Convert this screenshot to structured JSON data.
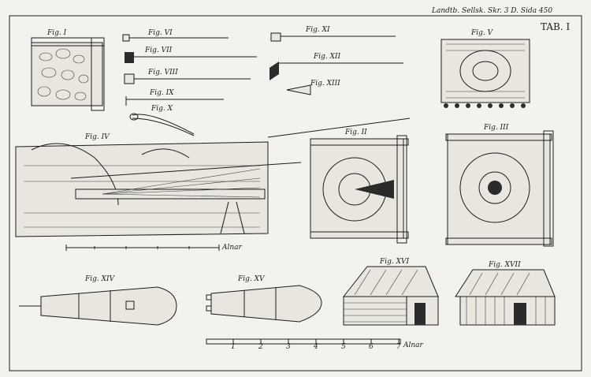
{
  "header": {
    "citation": "Landtb. Sellsk. Skr. 3 D. Sida 450",
    "plate_number": "TAB. I"
  },
  "figures": [
    {
      "id": "fig1",
      "label": "Fig. I"
    },
    {
      "id": "fig2",
      "label": "Fig. II"
    },
    {
      "id": "fig3",
      "label": "Fig. III"
    },
    {
      "id": "fig4",
      "label": "Fig. IV"
    },
    {
      "id": "fig5",
      "label": "Fig. V"
    },
    {
      "id": "fig6",
      "label": "Fig. VI"
    },
    {
      "id": "fig7",
      "label": "Fig. VII"
    },
    {
      "id": "fig8",
      "label": "Fig. VIII"
    },
    {
      "id": "fig9",
      "label": "Fig. IX"
    },
    {
      "id": "fig10",
      "label": "Fig. X"
    },
    {
      "id": "fig11",
      "label": "Fig. XI"
    },
    {
      "id": "fig12",
      "label": "Fig. XII"
    },
    {
      "id": "fig13",
      "label": "Fig. XIII"
    },
    {
      "id": "fig14",
      "label": "Fig. XIV"
    },
    {
      "id": "fig15",
      "label": "Fig. XV"
    },
    {
      "id": "fig16",
      "label": "Fig. XVI"
    },
    {
      "id": "fig17",
      "label": "Fig. XVII"
    }
  ],
  "scales": {
    "upper": {
      "unit_label": "Alnar"
    },
    "lower": {
      "ticks": [
        "1",
        "2",
        "3",
        "4",
        "5",
        "6",
        "7"
      ],
      "unit_label": "Alnar"
    }
  },
  "colors": {
    "paper": "#f4f2ee",
    "ink": "#1c1c1c"
  }
}
